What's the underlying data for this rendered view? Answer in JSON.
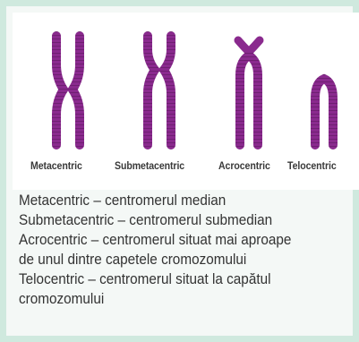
{
  "labels": {
    "metacentric": "Metacentric",
    "submetacentric": "Submetacentric",
    "acrocentric": "Acrocentric",
    "telocentric": "Telocentric"
  },
  "description": {
    "line1": "Metacentric – centromerul median",
    "line2": "Submetacentric – centromerul submedian",
    "line3": "Acrocentric – centromerul situat mai aproape",
    "line4": "de unul dintre capetele cromozomului",
    "line5": "Telocentric – centromerul situat la capătul",
    "line6": "cromozomului"
  },
  "colors": {
    "chromosome": "#8a2a8e",
    "chromosome_band": "#6f1f72",
    "panel_background": "#f4f8f6",
    "panel_border": "#cfe9de"
  }
}
